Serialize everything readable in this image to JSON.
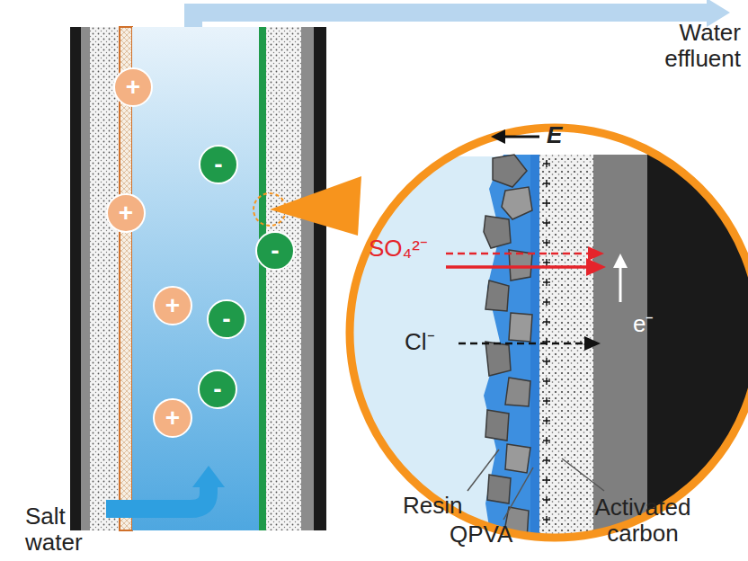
{
  "diagram": {
    "nodes": [
      {
        "text": [
          "+"
        ]
      },
      {
        "text": [
          "-"
        ]
      },
      {
        "text": [
          "+"
        ]
      },
      {
        "text": [
          "-"
        ]
      },
      {
        "text": [
          "+"
        ]
      },
      {
        "text": [
          "-"
        ]
      },
      {
        "text": [
          "-"
        ]
      },
      {
        "text": [
          "+"
        ]
      }
    ],
    "labels": [
      "Water effluent",
      "Salt water",
      "E",
      "SO₄²⁻",
      "Cl⁻",
      "e⁻",
      "Resin",
      "QPVA",
      "Activated carbon"
    ]
  }
}
